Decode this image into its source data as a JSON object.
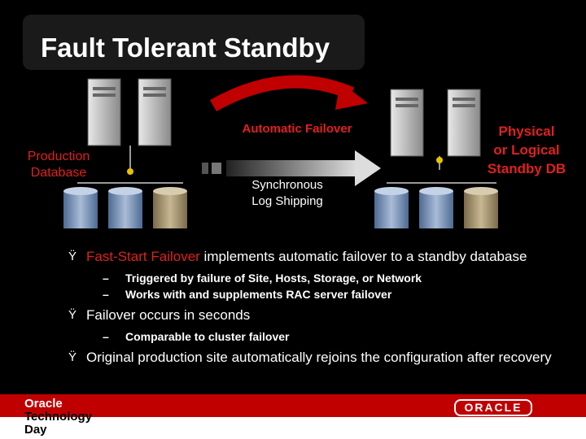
{
  "slide": {
    "title": "Fault Tolerant Standby",
    "diagram": {
      "automatic_failover_label": "Automatic Failover",
      "production_label_line1": "Production",
      "production_label_line2": "Database",
      "sync_label_line1": "Synchronous",
      "sync_label_line2": "Log Shipping",
      "standby_label_line1": "Physical",
      "standby_label_line2": "or Logical",
      "standby_label_line3": "Standby DB"
    },
    "bullets": [
      {
        "highlight": "Fast-Start Failover",
        "text": " implements automatic failover to a standby database",
        "subs": [
          "Triggered by failure of Site, Hosts, Storage, or Network",
          "Works with and supplements RAC server failover"
        ]
      },
      {
        "text": "Failover occurs in seconds",
        "subs": [
          "Comparable to cluster failover"
        ]
      },
      {
        "text": "Original production site automatically rejoins the configuration after recovery",
        "subs": []
      }
    ],
    "bullet_marker": "Ÿ",
    "sub_marker": "–"
  },
  "footer": {
    "brand_line1": "Oracle",
    "brand_line2": "Technology",
    "brand_line3": "Day",
    "logo_text": "ORACLE"
  },
  "colors": {
    "background": "#000000",
    "accent_red": "#e02020",
    "footer_red": "#c00000"
  }
}
